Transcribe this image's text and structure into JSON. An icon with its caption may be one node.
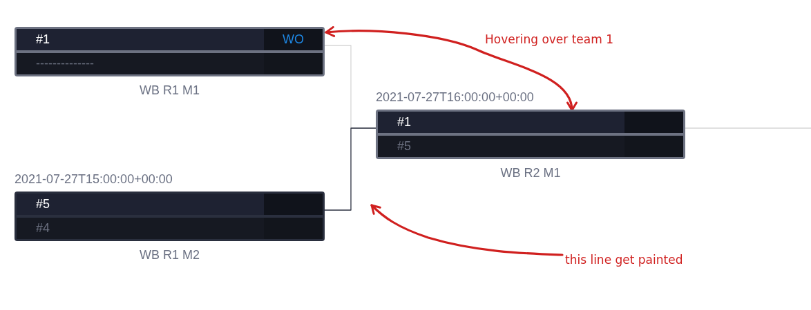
{
  "diagram": {
    "nodes": [
      {
        "text": [],
        "shape": "box",
        "beside": [
          "WB R1 M1"
        ]
      },
      {
        "text": [
          "#1",
          "WO"
        ],
        "in": 0
      },
      {
        "text": [
          "--------------"
        ],
        "in": 0
      },
      {
        "text": [],
        "shape": "box",
        "beside": [
          "2021-07-27T15:00:00+00:00",
          "WB R1 M2"
        ]
      },
      {
        "text": [
          "#5"
        ],
        "in": 3
      },
      {
        "text": [
          "#4"
        ],
        "in": 3
      },
      {
        "text": [],
        "shape": "box",
        "beside": [
          "2021-07-27T16:00:00+00:00",
          "WB R2 M1"
        ]
      },
      {
        "text": [
          "#1"
        ],
        "in": 6
      },
      {
        "text": [
          "#5"
        ],
        "in": 6
      },
      {
        "text": [
          "this line get painted"
        ]
      }
    ],
    "edges": [
      {
        "from": 0,
        "to": 6,
        "arrow": "none"
      },
      {
        "from": 3,
        "to": 6,
        "arrow": "none",
        "color": "#2b3040"
      },
      {
        "from": 6,
        "to": null,
        "arrow": "none"
      },
      {
        "from": 1,
        "to": 7,
        "arrow": "both",
        "label": "Hovering over team 1",
        "color": "#d0201f",
        "style": "thick"
      },
      {
        "from": 9,
        "to": null,
        "arrow": "to",
        "color": "#d0201f",
        "style": "thick"
      }
    ]
  }
}
